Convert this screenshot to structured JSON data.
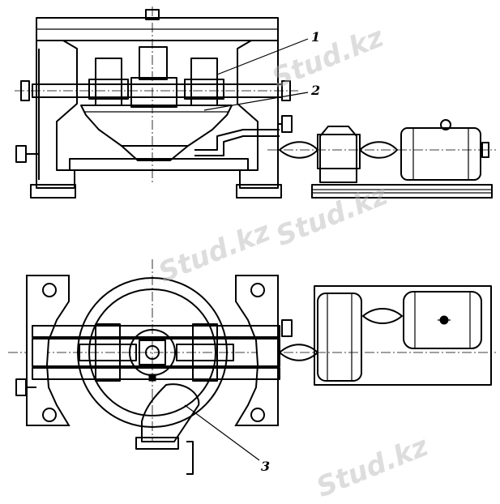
{
  "callouts": [
    {
      "label": "1"
    },
    {
      "label": "2"
    },
    {
      "label": "3"
    }
  ],
  "watermark": {
    "text": "Stud.kz"
  },
  "views": [
    "front-elevation",
    "plan-view"
  ]
}
